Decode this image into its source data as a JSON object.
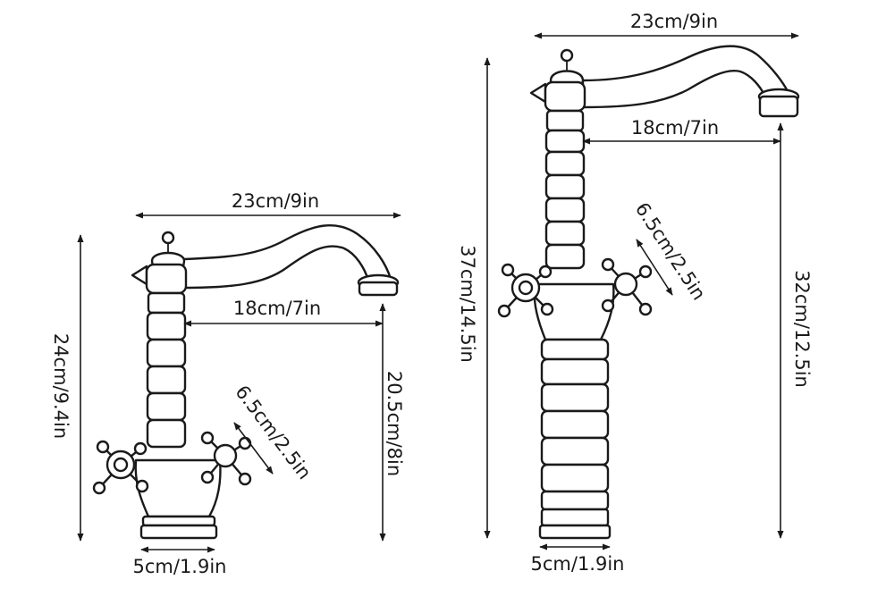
{
  "small_faucet": {
    "spout_width": "23cm/9in",
    "reach": "18cm/7in",
    "total_height": "24cm/9.4in",
    "spout_height": "20.5cm/8in",
    "handle_span": "6.5cm/2.5in",
    "base_diameter": "5cm/1.9in"
  },
  "tall_faucet": {
    "spout_width": "23cm/9in",
    "reach": "18cm/7in",
    "total_height": "37cm/14.5in",
    "spout_height": "32cm/12.5in",
    "handle_span": "6.5cm/2.5in",
    "base_diameter": "5cm/1.9in"
  },
  "colors": {
    "line": "#1a1a1a",
    "background": "#ffffff"
  }
}
